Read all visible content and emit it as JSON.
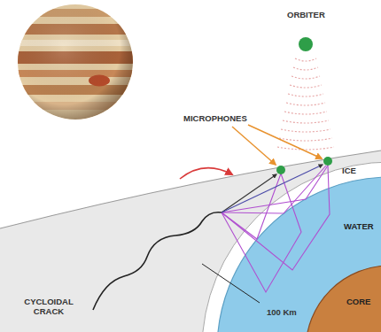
{
  "diagram": {
    "nodes": [
      {
        "text": [
          "WATER"
        ]
      },
      {
        "text": [
          "CORE"
        ]
      }
    ],
    "labels": [
      "ORBITER",
      "MICROPHONES",
      "ICE",
      "CYCLOIDAL CRACK",
      "100 Km"
    ]
  }
}
